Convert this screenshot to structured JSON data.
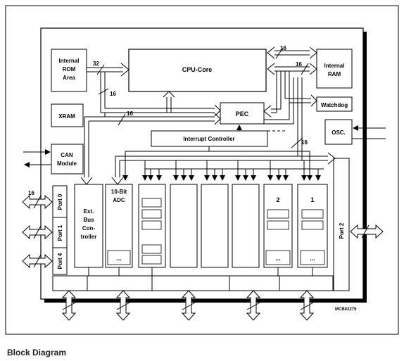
{
  "caption": "Block Diagram",
  "figure_code": "MCB02275",
  "blocks": {
    "internal_rom": [
      "Internal",
      "ROM",
      "Area"
    ],
    "cpu_core": "CPU-Core",
    "internal_ram": [
      "Internal",
      "RAM"
    ],
    "xram": "XRAM",
    "pec": "PEC",
    "watchdog": "Watchdog",
    "osc": "OSC.",
    "interrupt_controller": "Interrupt Controller",
    "can_module": [
      "CAN",
      "Module"
    ],
    "ext_bus_controller": [
      "Ext.",
      "Bus",
      "Con-",
      "troller"
    ],
    "adc": [
      "10-Bit",
      "ADC"
    ],
    "port0": "Port 0",
    "port1": "Port 1",
    "port4": "Port 4",
    "port2": "Port 2",
    "unit_2": "2",
    "unit_1": "1",
    "dots": "..."
  },
  "bus_widths": {
    "rom_to_cpu": "32",
    "ram_upper": "16",
    "ram_lower": "16",
    "rom_down": "16",
    "internal": "16",
    "peripheral": "16",
    "port0": "16"
  }
}
